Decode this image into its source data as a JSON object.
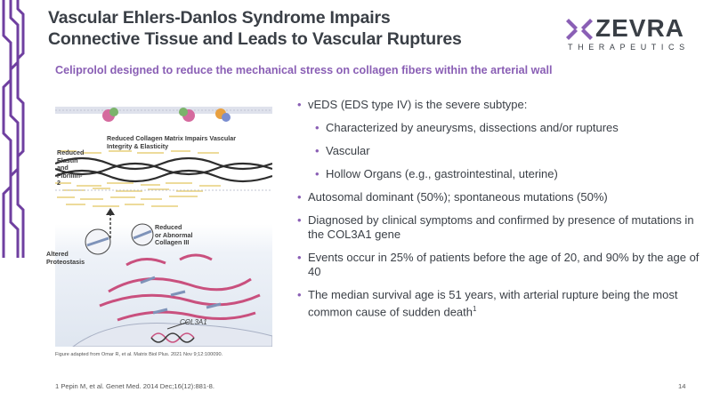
{
  "title": {
    "line1": "Vascular Ehlers-Danlos Syndrome Impairs",
    "line2": "Connective Tissue and Leads to Vascular Ruptures"
  },
  "logo": {
    "word": "ZEVRA",
    "sub": "THERAPEUTICS"
  },
  "subtitle": "Celiprolol designed to reduce the mechanical stress on collagen fibers within the arterial wall",
  "figure": {
    "label_top": [
      "Reduced Collagen Matrix Impairs Vascular",
      "Integrity & Elasticity"
    ],
    "label_left": [
      "Reduced",
      "Elastin",
      "and",
      "Fibrillin-",
      "2"
    ],
    "label_collagen": [
      "Reduced",
      "or Abnormal",
      "Collagen III"
    ],
    "label_proteo": [
      "Altered",
      "Proteostasis"
    ],
    "gene": "COL3A1",
    "caption": "Figure adapted from Omar R, et al. Matrix Biol Plus. 2021 Nov 9;12:100090."
  },
  "bullets": [
    {
      "text": "vEDS (EDS type IV) is the severe subtype:",
      "level": 1
    },
    {
      "text": "Characterized by aneurysms, dissections and/or ruptures",
      "level": 2
    },
    {
      "text": "Vascular",
      "level": 2
    },
    {
      "text": "Hollow Organs (e.g., gastrointestinal, uterine)",
      "level": 2
    },
    {
      "text": "Autosomal dominant (50%); spontaneous mutations (50%)",
      "level": 1
    },
    {
      "text": "Diagnosed by clinical symptoms and confirmed by presence of mutations in the COL3A1 gene",
      "level": 1
    },
    {
      "text": "Events occur in 25% of patients before the age of 20, and 90% by the age of 40",
      "level": 1
    },
    {
      "text": "The median survival age is 51 years, with arterial rupture being the most common cause of sudden death",
      "level": 1,
      "sup": "1"
    }
  ],
  "bullet_marker": "•",
  "footnote": "1 Pepin M, et al. Genet Med. 2014 Dec;16(12):881-8.",
  "page_number": "14",
  "colors": {
    "accent": "#8a5fb5",
    "title": "#3a3f46",
    "stripe": "#6f3fa0"
  }
}
